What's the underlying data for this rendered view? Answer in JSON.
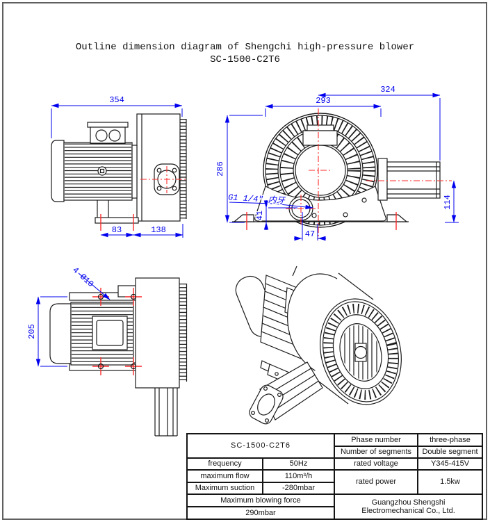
{
  "page": {
    "title_line1": "Outline dimension diagram of Shengchi high-pressure blower",
    "title_line2": "SC-1500-C2T6"
  },
  "colors": {
    "dimension_blue": "#0000ee",
    "centerline_red": "#ff2a2a",
    "drawing_black": "#1a1a1a"
  },
  "views": {
    "side_view": {
      "dim_overall_width": "354",
      "dim_foot_spacing": "83",
      "dim_foot_to_housing": "138"
    },
    "front_view": {
      "dim_center_to_outlet": "324",
      "dim_housing_diameter": "293",
      "dim_overall_height": "286",
      "dim_outlet_center_height": "114",
      "dim_port_center_height": "41",
      "dim_port_offset": "47",
      "thread_label": "G1 1/4\" 内牙"
    },
    "top_view": {
      "dim_mounting_length": "205",
      "mounting_holes_label": "4-Ø10"
    }
  },
  "table": {
    "model": "SC-1500-C2T6",
    "phase_label": "Phase number",
    "phase_value": "three-phase",
    "segments_label": "Number of segments",
    "segments_value": "Double segment",
    "frequency_label": "frequency",
    "frequency_value": "50Hz",
    "voltage_label": "rated voltage",
    "voltage_value": "Y345-415V",
    "flow_label": "maximum flow",
    "flow_value": "110m³/h",
    "power_label": "rated power",
    "power_value": "1.5kw",
    "suction_label": "Maximum suction",
    "suction_value": "-280mbar",
    "blowing_label": "Maximum blowing force",
    "blowing_value": "290mbar",
    "company_line1": "Guangzhou Shengshi",
    "company_line2": "Electromechanical Co., Ltd."
  }
}
